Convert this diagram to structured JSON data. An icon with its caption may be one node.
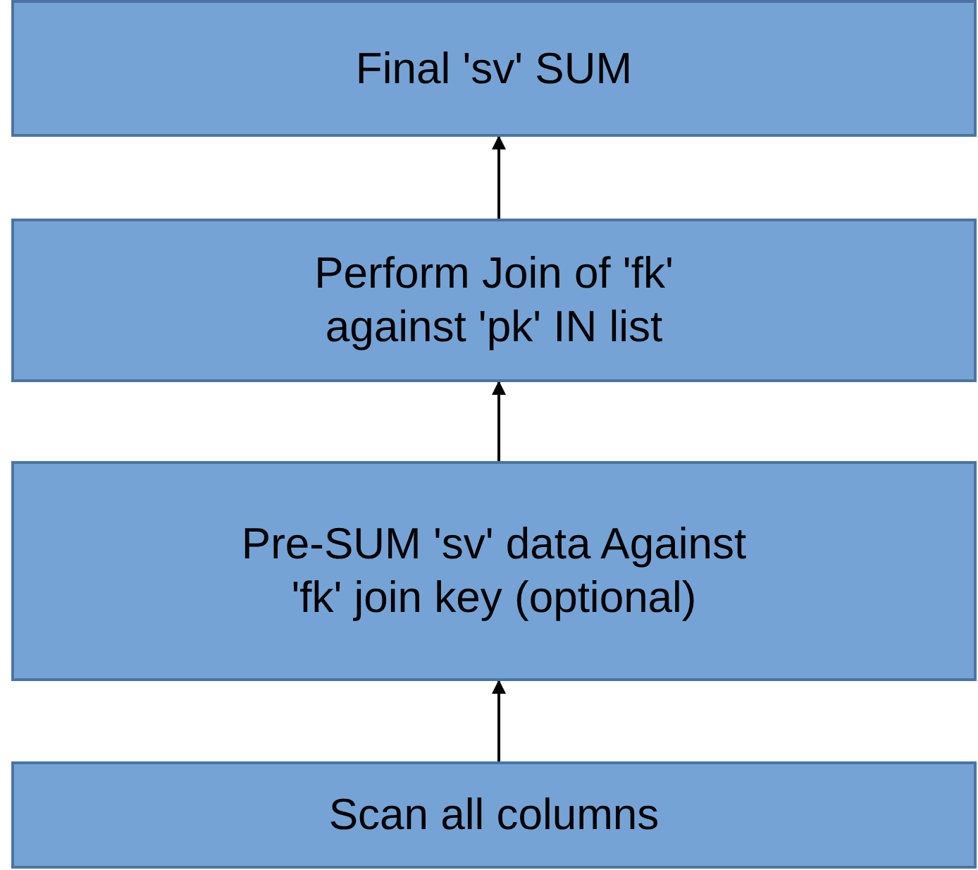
{
  "diagram": {
    "nodes": [
      {
        "text": [
          "Final 'sv' SUM"
        ]
      },
      {
        "text": [
          "Perform Join of 'fk' against 'pk' IN list"
        ]
      },
      {
        "text": [
          "Pre-SUM 'sv' data Against 'fk' join key (optional)"
        ]
      },
      {
        "text": [
          "Scan all columns"
        ]
      }
    ],
    "edges": [
      {
        "from": 3,
        "to": 2,
        "arrow": "to"
      },
      {
        "from": 2,
        "to": 1,
        "arrow": "to"
      },
      {
        "from": 1,
        "to": 0,
        "arrow": "to"
      }
    ]
  }
}
